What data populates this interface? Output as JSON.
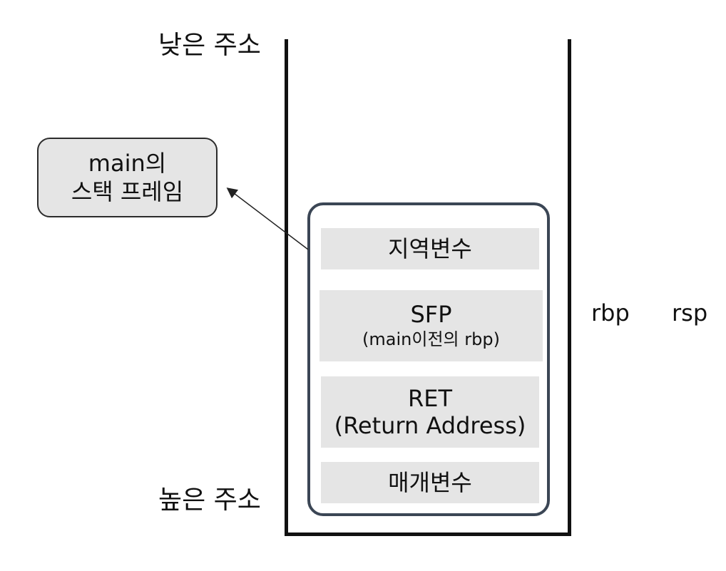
{
  "labels": {
    "low_address": "낮은 주소",
    "high_address": "높은 주소"
  },
  "callout": {
    "line1": "main의",
    "line2": "스택 프레임"
  },
  "stack_frame": {
    "locals": "지역변수",
    "sfp_title": "SFP",
    "sfp_sub": "(main이전의 rbp)",
    "ret_title": "RET",
    "ret_sub": "(Return Address)",
    "params": "매개변수"
  },
  "registers": {
    "rbp": "rbp",
    "rsp": "rsp"
  },
  "colors": {
    "slot_fill": "#e5e5e5",
    "frame_border": "#3b4655",
    "stack_wall": "#111111"
  }
}
